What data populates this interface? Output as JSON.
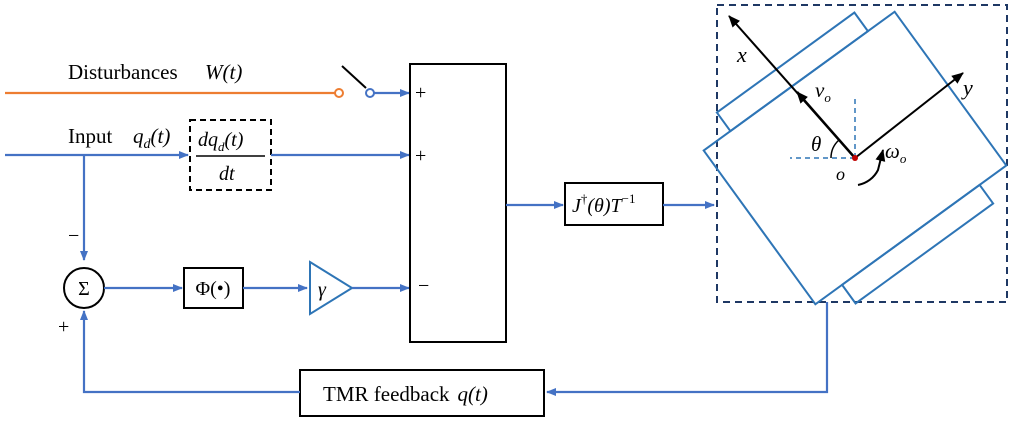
{
  "labels": {
    "disturbances": "Disturbances",
    "disturbances_var": "W(t)",
    "input": "Input",
    "input_var": "q",
    "input_var_sub": "d",
    "input_var_arg": "(t)",
    "feedback": "TMR feedback",
    "feedback_var": "q(t)"
  },
  "blocks": {
    "derivative_num": "dq",
    "derivative_num_sub": "d",
    "derivative_num_arg": "(t)",
    "derivative_den": "dt",
    "sum_symbol": "Σ",
    "phi": "Φ(•)",
    "gain": "γ",
    "jacobian_main": "J",
    "jacobian_sup": "†",
    "jacobian_mid": "(θ)T",
    "jacobian_sup2": "−1"
  },
  "signs": {
    "disturbance_in": "+",
    "derivative_in": "+",
    "gain_in": "−",
    "sum_top": "−",
    "sum_left": "+"
  },
  "robot": {
    "axis_x": "x",
    "axis_y": "y",
    "velocity": "v",
    "velocity_sub": "o",
    "angle": "θ",
    "origin": "o",
    "omega": "ω",
    "omega_sub": "o"
  },
  "colors": {
    "signal_wire": "#4472C4",
    "disturbance_wire": "#ED7D31",
    "robot_outline": "#2E75B6",
    "frame_border": "#1F3864",
    "origin_dot": "#C00000"
  }
}
